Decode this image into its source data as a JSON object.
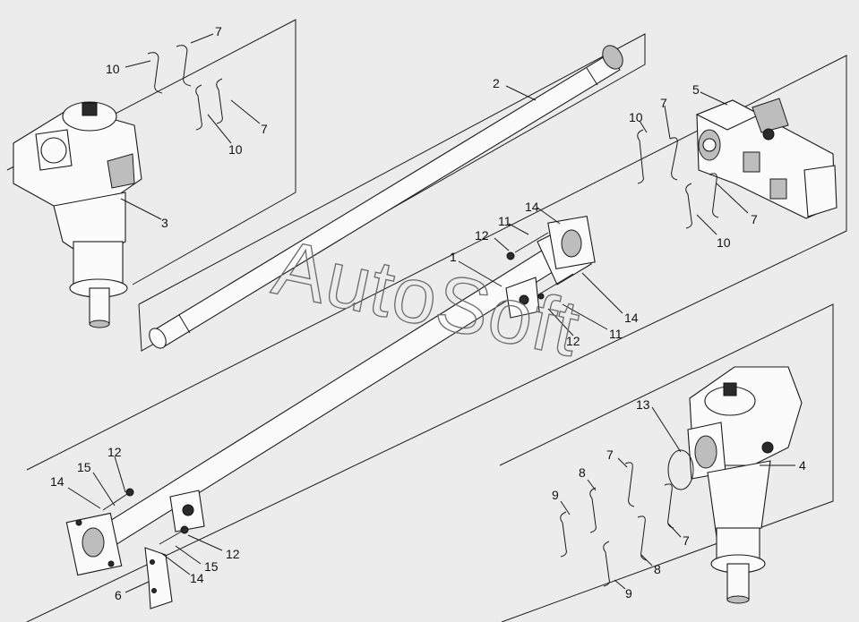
{
  "watermark": "AutoSoft",
  "callouts": {
    "c1": "1",
    "c2": "2",
    "c3": "3",
    "c4": "4",
    "c5": "5",
    "c6": "6",
    "c7a": "7",
    "c7b": "7",
    "c7c": "7",
    "c7d": "7",
    "c7e": "7",
    "c7f": "7",
    "c8a": "8",
    "c8b": "8",
    "c9a": "9",
    "c9b": "9",
    "c10a": "10",
    "c10b": "10",
    "c10c": "10",
    "c10d": "10",
    "c11a": "11",
    "c11b": "11",
    "c12a": "12",
    "c12b": "12",
    "c12c": "12",
    "c12d": "12",
    "c13": "13",
    "c14a": "14",
    "c14b": "14",
    "c14c": "14",
    "c14d": "14",
    "c15a": "15",
    "c15b": "15"
  }
}
